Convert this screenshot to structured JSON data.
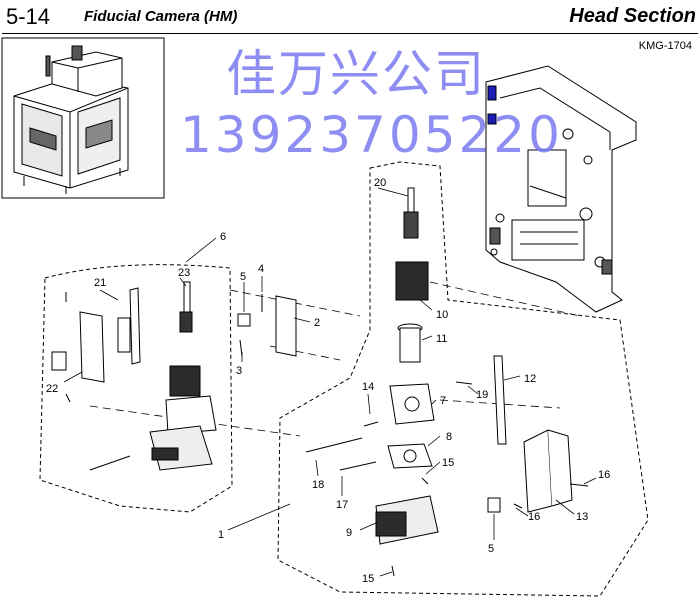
{
  "header": {
    "page_number": "5-14",
    "title": "Fiducial Camera (HM)",
    "section": "Head Section",
    "drawing_code": "KMG-1704"
  },
  "watermark": {
    "line1": "佳万兴公司",
    "line2": "13923705220"
  },
  "labels": {
    "p1": "1",
    "p2": "2",
    "p3": "3",
    "p4": "4",
    "p5a": "5",
    "p5b": "5",
    "p6": "6",
    "p7": "7",
    "p8": "8",
    "p9": "9",
    "p10": "10",
    "p11": "11",
    "p12": "12",
    "p13": "13",
    "p14": "14",
    "p15a": "15",
    "p15b": "15",
    "p16a": "16",
    "p16b": "16",
    "p17": "17",
    "p18": "18",
    "p19": "19",
    "p20": "20",
    "p21": "21",
    "p22": "22",
    "p23": "23"
  },
  "colors": {
    "line": "#000000",
    "watermark": "#7b7bf0",
    "part_fill": "#ffffff",
    "dark_fill": "#2b2b2b"
  }
}
